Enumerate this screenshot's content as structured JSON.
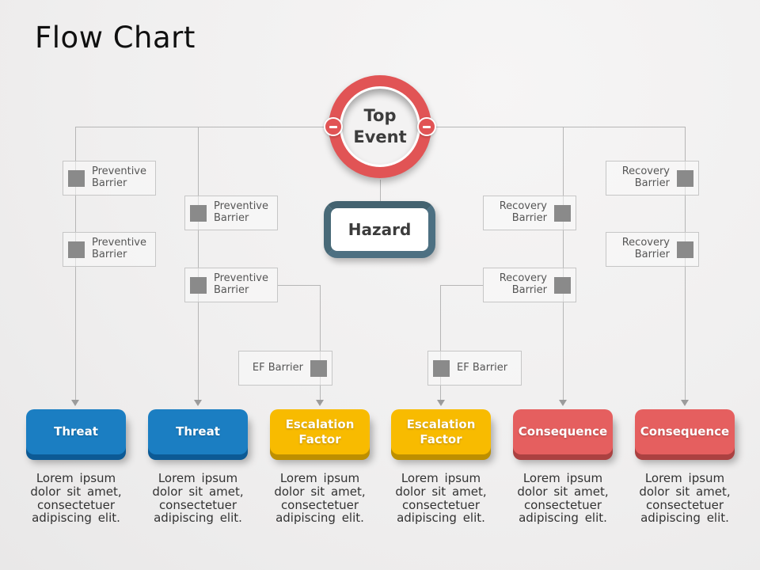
{
  "title": "Flow Chart",
  "top_event": {
    "label": "Top\nEvent"
  },
  "hazard": {
    "label": "Hazard"
  },
  "barriers": {
    "preventive": [
      {
        "label": "Preventive\nBarrier"
      },
      {
        "label": "Preventive\nBarrier"
      },
      {
        "label": "Preventive\nBarrier"
      },
      {
        "label": "Preventive\nBarrier"
      }
    ],
    "recovery": [
      {
        "label": "Recovery\nBarrier"
      },
      {
        "label": "Recovery\nBarrier"
      },
      {
        "label": "Recovery\nBarrier"
      },
      {
        "label": "Recovery\nBarrier"
      }
    ],
    "escalation": [
      {
        "label": "EF Barrier"
      },
      {
        "label": "EF Barrier"
      }
    ]
  },
  "outcomes": [
    {
      "type": "threat",
      "label": "Threat",
      "color": "#1b7ec2",
      "edge_color": "#0c5a95",
      "description": "Lorem ipsum\ndolor sit amet,\nconsectetuer\nadipiscing elit."
    },
    {
      "type": "threat",
      "label": "Threat",
      "color": "#1b7ec2",
      "edge_color": "#0c5a95",
      "description": "Lorem ipsum\ndolor sit amet,\nconsectetuer\nadipiscing elit."
    },
    {
      "type": "escalation_factor",
      "label": "Escalation\nFactor",
      "color": "#f8bb00",
      "edge_color": "#bd8f00",
      "description": "Lorem ipsum\ndolor sit amet,\nconsectetuer\nadipiscing elit."
    },
    {
      "type": "escalation_factor",
      "label": "Escalation\nFactor",
      "color": "#f8bb00",
      "edge_color": "#bd8f00",
      "description": "Lorem ipsum\ndolor sit amet,\nconsectetuer\nadipiscing elit."
    },
    {
      "type": "consequence",
      "label": "Consequence",
      "color": "#e55f5f",
      "edge_color": "#ab4141",
      "description": "Lorem ipsum\ndolor sit amet,\nconsectetuer\nadipiscing elit."
    },
    {
      "type": "consequence",
      "label": "Consequence",
      "color": "#e55f5f",
      "edge_color": "#ab4141",
      "description": "Lorem ipsum\ndolor sit amet,\nconsectetuer\nadipiscing elit."
    }
  ],
  "colors": {
    "top_event_ring": "#e15455",
    "hazard_border": "#4d7082",
    "barrier_icon_gray": "#8a8a8a",
    "connector_line": "#b6b6b6",
    "background": "#f0efef"
  },
  "icons": {
    "collapse_minus": "-",
    "barrier_placeholder": "square"
  }
}
